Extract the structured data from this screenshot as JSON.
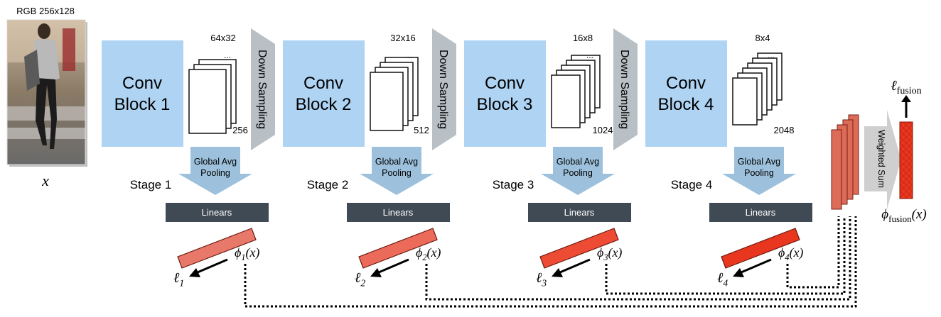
{
  "input": {
    "size_label": "RGB 256x128",
    "var_label": "x",
    "photo_alt": "pedestrian photo"
  },
  "stages": [
    {
      "block_line1": "Conv",
      "block_line2": "Block 1",
      "dims": "64x32",
      "channels": "256",
      "stage_label": "Stage 1",
      "pool_line1": "Global Avg",
      "pool_line2": "Pooling",
      "linear_label": "Linears",
      "phi_label": "ϕ1(x)",
      "loss_label": "ℓ1",
      "color": "#e8786a"
    },
    {
      "block_line1": "Conv",
      "block_line2": "Block 2",
      "dims": "32x16",
      "channels": "512",
      "stage_label": "Stage 2",
      "pool_line1": "Global Avg",
      "pool_line2": "Pooling",
      "linear_label": "Linears",
      "phi_label": "ϕ2(x)",
      "loss_label": "ℓ2",
      "color": "#ec6a5a"
    },
    {
      "block_line1": "Conv",
      "block_line2": "Block 3",
      "dims": "16x8",
      "channels": "1024",
      "stage_label": "Stage 3",
      "pool_line1": "Global Avg",
      "pool_line2": "Pooling",
      "linear_label": "Linears",
      "phi_label": "ϕ3(x)",
      "loss_label": "ℓ3",
      "color": "#ee4b34"
    },
    {
      "block_line1": "Conv",
      "block_line2": "Block 4",
      "dims": "8x4",
      "channels": "2048",
      "stage_label": "Stage 4",
      "pool_line1": "Global Avg",
      "pool_line2": "Pooling",
      "linear_label": "Linears",
      "phi_label": "ϕ4(x)",
      "loss_label": "ℓ4",
      "color": "#e8361f"
    }
  ],
  "downsampling_label": "Down Sampling",
  "ellipsis": "...",
  "fusion": {
    "weighted_sum_label": "Weighted Sum",
    "phi_fusion_label": "ϕfusion(x)",
    "loss_fusion_label": "ℓfusion"
  },
  "colors": {
    "conv_block": "#aed3f3",
    "pool_arrow": "#9dc1dc",
    "linears": "#3f4a55",
    "downsampling": "#b8c0c6",
    "weighted_sum": "#c9c9c9",
    "fusion_bar": "#e8361f",
    "stack_bar": "#dc6b58"
  }
}
